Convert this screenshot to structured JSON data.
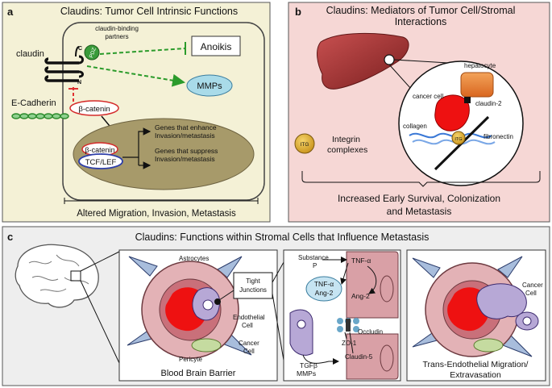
{
  "colors": {
    "panel_a_bg": "#f4f1d6",
    "panel_b_bg": "#f6d7d5",
    "panel_c_bg": "#eeeeee",
    "cell_border": "#555555",
    "nucleus": "#a79a6a",
    "dashed_green": "#2b9b2b",
    "dashed_red": "#e03030",
    "mmp_fill": "#a9dbe9",
    "liver": "#a63a3a",
    "hepatocyte": "#e8843a",
    "red_cell": "#ee1111",
    "astrocyte": "#a8bddc",
    "endothelial": "#d9a0a6",
    "pericyte": "#c5dba0"
  },
  "panel_a": {
    "letter": "a",
    "title": "Claudins: Tumor Cell Intrinsic Functions",
    "claudin_label": "claudin",
    "binding_partners": "claudin-binding partners",
    "pdz": "PDZ",
    "c_term": "C",
    "n_term": "N",
    "anoikis": "Anoikis",
    "mmps": "MMPs",
    "ecadherin": "E-Cadherin",
    "bcatenin": "β-catenin",
    "bcatenin_nuc": "β-catenin",
    "tcf": "TCF/LEF",
    "genes_enhance": "Genes that enhance Invasion/metastasis",
    "genes_suppress": "Genes that suppress Invasion/metastasis",
    "footer": "Altered Migration, Invasion, Metastasis"
  },
  "panel_b": {
    "letter": "b",
    "title_line1": "Claudins: Mediators of Tumor Cell/Stromal",
    "title_line2": "Interactions",
    "hepatocyte": "hepatocyte",
    "cancer_cell": "cancer cell",
    "claudin2": "claudin-2",
    "collagen": "collagen",
    "itg": "ITG",
    "fibronectin": "fibronectin",
    "integrin_line1": "Integrin",
    "integrin_line2": "complexes",
    "footer_line1": "Increased Early Survival, Colonization",
    "footer_line2": "and Metastasis"
  },
  "panel_c": {
    "letter": "c",
    "title": "Claudins: Functions within Stromal Cells that Influence Metastasis",
    "astrocytes": "Astrocytes",
    "endothelial_line1": "Endothelial",
    "endothelial_line2": "Cell",
    "pericyte": "Pericyte",
    "cancer_line1": "Cancer",
    "cancer_line2": "Cell",
    "bbb": "Blood Brain Barrier",
    "tight_line1": "Tight",
    "tight_line2": "Junctions",
    "substance_line1": "Substance",
    "substance_line2": "P",
    "tnf_top": "TNF-α",
    "tnf_mid": "TNF-α",
    "ang2_mid": "Ang-2",
    "ang2_right": "Ang-2",
    "occludin": "Occludin",
    "zo1": "ZO-1",
    "claudin5": "Claudin-5",
    "tgfb": "TGFβ",
    "mmps": "MMPs",
    "cancer_cell_right_line1": "Cancer",
    "cancer_cell_right_line2": "Cell",
    "trans_line1": "Trans-Endothelial Migration/",
    "trans_line2": "Extravasation"
  }
}
